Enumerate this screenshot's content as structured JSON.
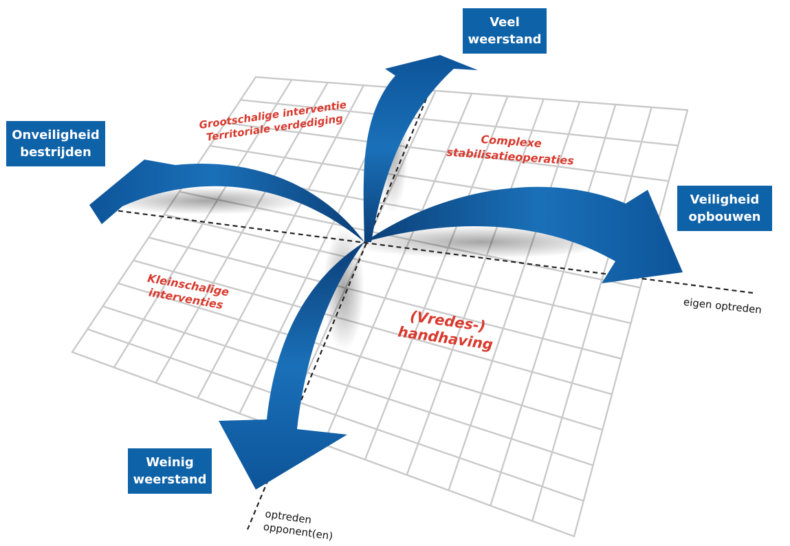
{
  "boxes": {
    "veel_weerstand": [
      "Veel",
      "weerstand"
    ],
    "onveiligheid_bestrijden": [
      "Onveiligheid",
      "bestrijden"
    ],
    "veiligheid_opbouwen": [
      "Veiligheid",
      "opbouwen"
    ],
    "weinig_weerstand": [
      "Weinig",
      "weerstand"
    ]
  },
  "quadrants": {
    "top_left": [
      "Grootschalige interventie",
      "Territoriale verdediging"
    ],
    "top_right": [
      "Complexe",
      "stabilisatieoperaties"
    ],
    "bottom_left": [
      "Kleinschalige",
      "interventies"
    ],
    "bottom_right": [
      "(Vredes-)",
      "handhaving"
    ]
  },
  "axes": {
    "horizontal": "eigen optreden",
    "vertical": [
      "optreden",
      "opponent(en)"
    ]
  },
  "colors": {
    "box_fill": "#0e62a8",
    "arrow_fill": "#1463a8",
    "arrow_dark": "#0a3d73",
    "quadrant_text": "#d83a2e",
    "grid_line": "#c9c9c9",
    "axis_line": "#222222"
  }
}
